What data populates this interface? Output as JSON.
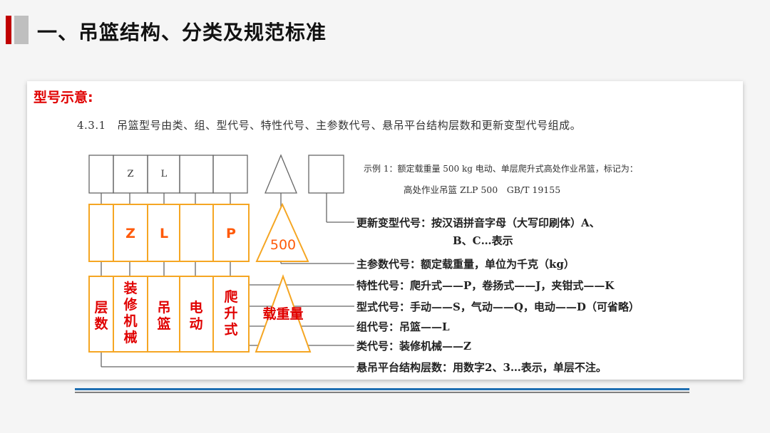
{
  "slide": {
    "title": "一、吊篮结构、分类及规范标准"
  },
  "section": {
    "heading": "型号示意:"
  },
  "clause": {
    "text": "4.3.1　吊篮型号由类、组、型代号、特性代号、主参数代号、悬吊平台结构层数和更新变型代号组成。"
  },
  "example": {
    "line1": "示例 1：额定载重量 500 kg 电动、单层爬升式高处作业吊篮，标记为：",
    "line2": "高处作业吊篮 ZLP 500　GB/T 19155"
  },
  "top_boxes": [
    "",
    "Z",
    "L",
    "",
    ""
  ],
  "overlay_letters": [
    "",
    "Z",
    "L",
    "",
    "P"
  ],
  "triangle_value": "500",
  "vertical_labels": [
    [
      "层",
      "数"
    ],
    [
      "装",
      "修",
      "机",
      "械"
    ],
    [
      "吊",
      "篮"
    ],
    [
      "电",
      "动"
    ],
    [
      "爬",
      "升",
      "式"
    ]
  ],
  "load_label": "载重量",
  "descriptions": [
    "更新变型代号：按汉语拼音字母（大写印刷体）A、",
    "B、C…表示",
    "主参数代号：额定载重量，单位为千克（kg）",
    "特性代号：爬升式——P，卷扬式——J，夹钳式——K",
    "型式代号：手动——S，气动——Q，电动——D（可省略）",
    "组代号：吊篮——L",
    "类代号：装修机械——Z",
    "悬吊平台结构层数：用数字2、3…表示，单层不注。"
  ],
  "colors": {
    "accent_red": "#c00000",
    "orange": "#ff5a0a",
    "red_text": "#e00000",
    "blue_line": "#1f6fb2"
  }
}
